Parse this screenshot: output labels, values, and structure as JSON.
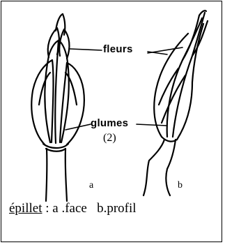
{
  "labels": {
    "flowers": "fleurs",
    "glumes": "glumes",
    "figure_number": "(2)",
    "view_a": "a",
    "view_b": "b"
  },
  "caption": {
    "term": "épillet",
    "rest": " : a .face   b.profil"
  }
}
